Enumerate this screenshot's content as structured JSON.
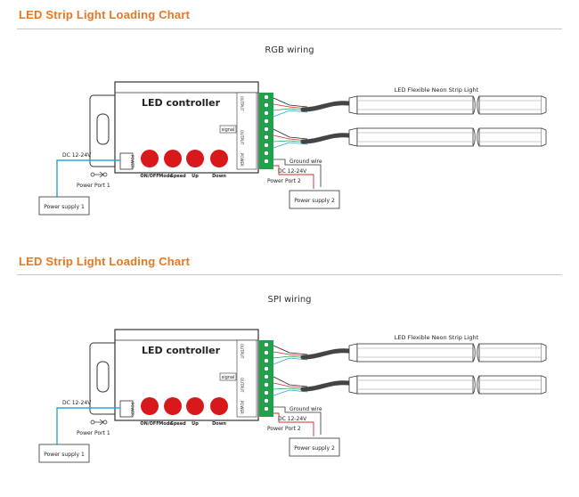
{
  "colors": {
    "accent": "#e87722",
    "button_red": "#d7191c",
    "terminal_green": "#1fa34a",
    "wire_cyan": "#2aa7d6",
    "wire_red": "#d12b2b",
    "text_dark": "#222222"
  },
  "sections": [
    {
      "title": "LED  Strip Light Loading Chart",
      "subtitle": "RGB wiring",
      "controller_label": "LED controller",
      "signal_label": "signal",
      "output_label": "OUTPUT",
      "power_label": "POWER",
      "buttons": [
        "ON/OFF",
        "Mode",
        "Speed",
        "Up",
        "Down"
      ],
      "strip_label": "LED Flexible Neon Strip Light",
      "dc_left": "DC 12-24V",
      "power_port_1": "Power Port 1",
      "power_supply_1": "Power supply 1",
      "ground_wire": "Ground wire",
      "dc_right": "DC 12-24V",
      "power_port_2": "Power Port 2",
      "power_supply_2": "Power supply 2"
    },
    {
      "title": "LED  Strip Light Loading Chart",
      "subtitle": "SPI wiring",
      "controller_label": "LED controller",
      "signal_label": "signal",
      "output_label": "OUTPUT",
      "power_label": "POWER",
      "buttons": [
        "ON/OFF",
        "Mode",
        "Speed",
        "Up",
        "Down"
      ],
      "strip_label": "LED Flexible Neon Strip Light",
      "dc_left": "DC 12-24V",
      "power_port_1": "Power Port 1",
      "power_supply_1": "Power supply 1",
      "ground_wire": "Ground wire",
      "dc_right": "DC 12-24V",
      "power_port_2": "Power Port 2",
      "power_supply_2": "Power supply 2"
    }
  ]
}
